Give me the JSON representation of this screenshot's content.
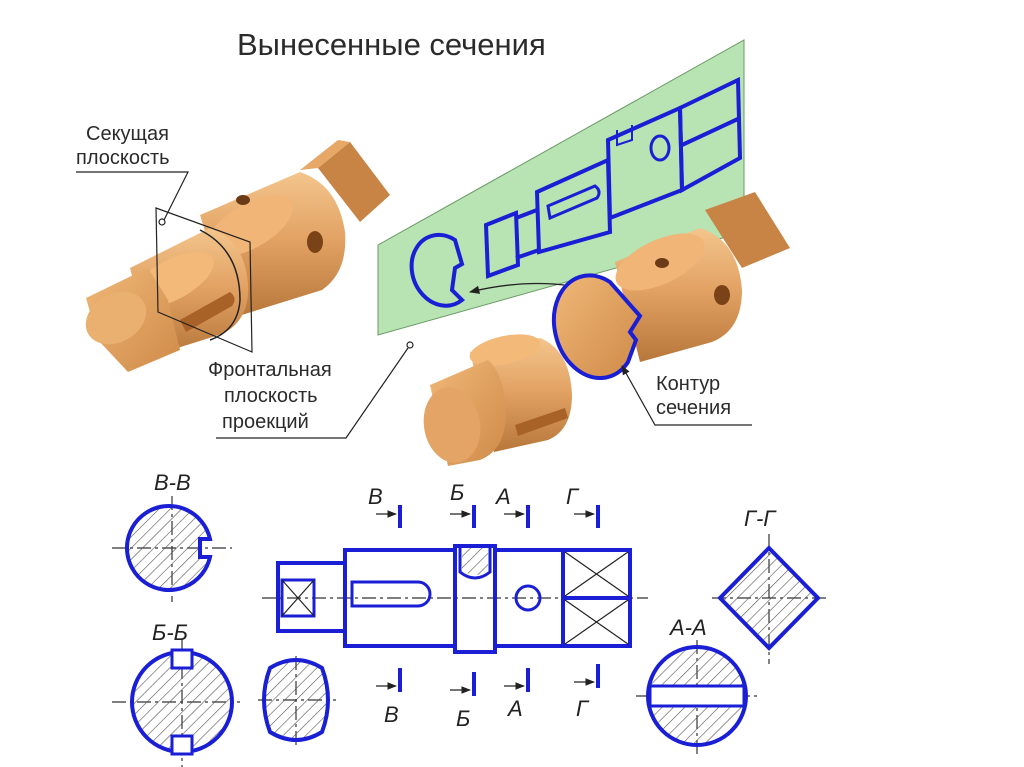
{
  "title": "Вынесенные сечения",
  "labels": {
    "cutting_plane_1": "Секущая",
    "cutting_plane_2": "плоскость",
    "frontal_1": "Фронтальная",
    "frontal_2": "плоскость",
    "frontal_3": "проекций",
    "contour_1": "Контур",
    "contour_2": "сечения"
  },
  "sections": {
    "vv_title": "В-В",
    "bb_title": "Б-Б",
    "aa_title": "А-А",
    "gg_title": "Г-Г",
    "top_v": "В",
    "top_b": "Б",
    "top_a": "А",
    "top_g": "Г",
    "bot_v": "В",
    "bot_b": "Б",
    "bot_a": "А",
    "bot_g": "Г"
  },
  "colors": {
    "line": "#1a1fd6",
    "metal": "#e0a064",
    "metal_dark": "#c07a3c",
    "plane": "#b8e3b2"
  }
}
